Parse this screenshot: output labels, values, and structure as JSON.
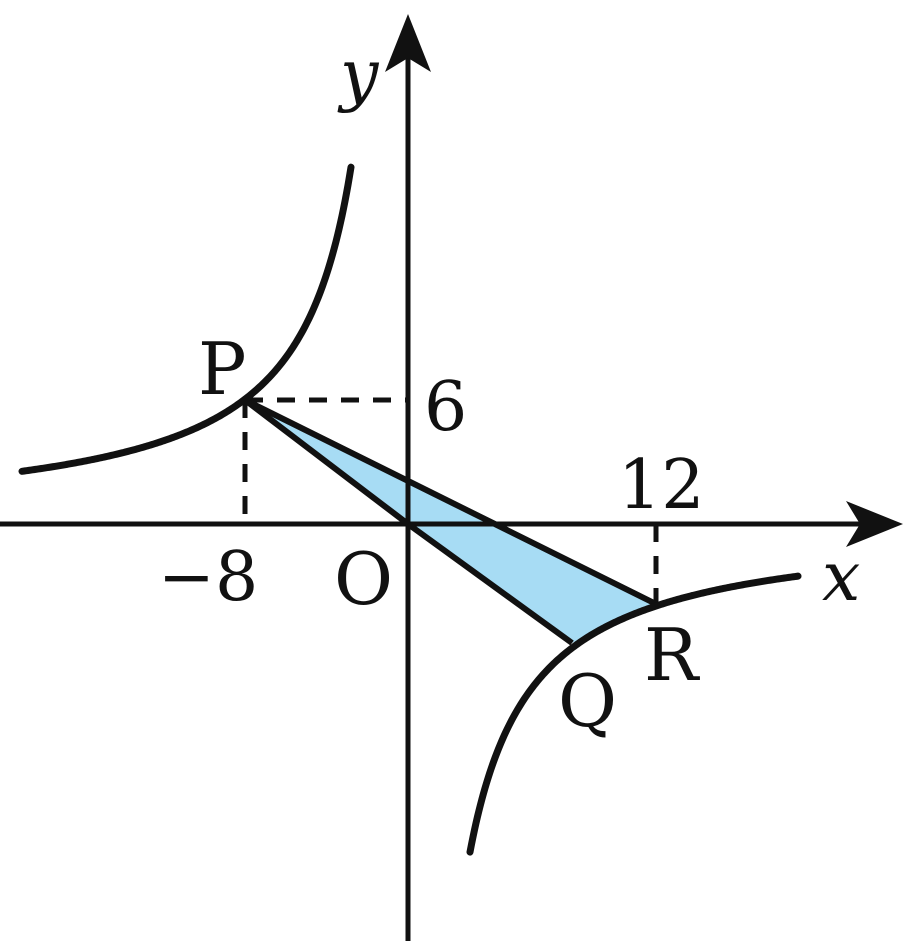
{
  "colors": {
    "ink": "#111111",
    "fill": "#a7dcf4",
    "background": "#ffffff"
  },
  "labels": {
    "y_axis": "y",
    "x_axis": "x",
    "origin": "O",
    "point_p": "P",
    "point_q": "Q",
    "point_r": "R",
    "tick_y_6": "6",
    "tick_x_12": "12",
    "tick_x_neg8": "−8"
  },
  "math": {
    "curve": "y = -48 / x",
    "points": {
      "P": [
        -8,
        6
      ],
      "Q": [
        8,
        -6
      ],
      "R": [
        12,
        -4
      ]
    }
  }
}
